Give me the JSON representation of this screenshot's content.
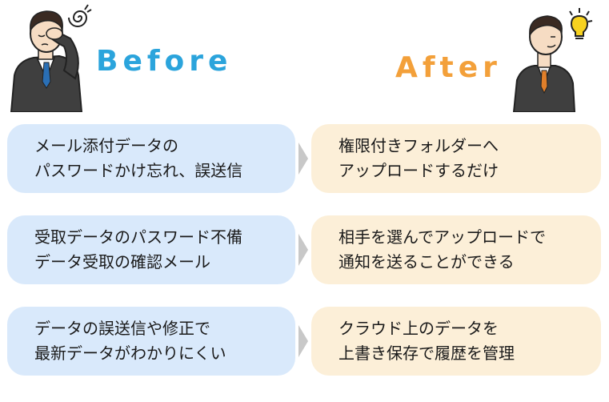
{
  "before": {
    "heading": "Before"
  },
  "after": {
    "heading": "After"
  },
  "rows": [
    {
      "before": "メール添付データの\nパスワードかけ忘れ、誤送信",
      "after": "権限付きフォルダーへ\nアップロードするだけ"
    },
    {
      "before": "受取データのパスワード不備\nデータ受取の確認メール",
      "after": "相手を選んでアップロードで\n通知を送ることができる"
    },
    {
      "before": "データの誤送信や修正で\n最新データがわかりにくい",
      "after": "クラウド上のデータを\n上書き保存で履歴を管理"
    }
  ],
  "colors": {
    "before_accent": "#2ba4dc",
    "after_accent": "#f3a03a",
    "before_card": "#d9e9fb",
    "after_card": "#fcefd8",
    "arrow": "#c8c8c8"
  },
  "icons": {
    "stress": "stress-swirl-icon",
    "idea": "lightbulb-icon"
  }
}
